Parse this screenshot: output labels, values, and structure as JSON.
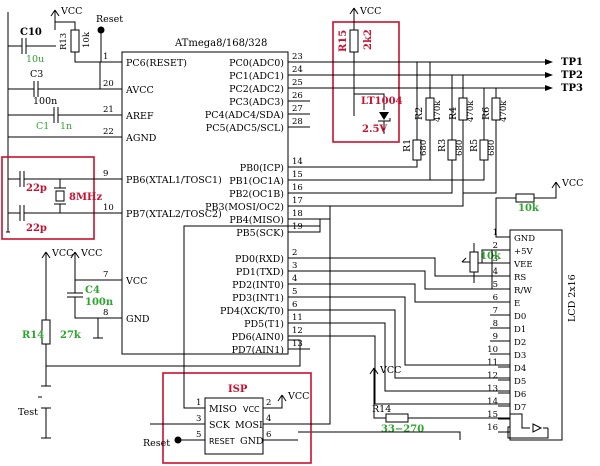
{
  "colors": {
    "highlight": "#c8102e",
    "value_green": "#2ea52e"
  },
  "power": {
    "vcc": "VCC"
  },
  "reset": {
    "top": "Reset",
    "bottom": "Reset"
  },
  "mcu": {
    "title": "ATmega8/168/328",
    "left_pins": [
      {
        "num": "1",
        "name": "PC6(RESET)"
      },
      {
        "num": "20",
        "name": "AVCC"
      },
      {
        "num": "21",
        "name": "AREF"
      },
      {
        "num": "22",
        "name": "AGND"
      },
      {
        "num": "9",
        "name": "PB6(XTAL1/TOSC1)"
      },
      {
        "num": "10",
        "name": "PB7(XTAL2/TOSC2)"
      },
      {
        "num": "7",
        "name": "VCC"
      },
      {
        "num": "8",
        "name": "GND"
      }
    ],
    "right_pins": [
      {
        "num": "23",
        "name": "PC0(ADC0)"
      },
      {
        "num": "24",
        "name": "PC1(ADC1)"
      },
      {
        "num": "25",
        "name": "PC2(ADC2)"
      },
      {
        "num": "26",
        "name": "PC3(ADC3)"
      },
      {
        "num": "27",
        "name": "PC4(ADC4/SDA)"
      },
      {
        "num": "28",
        "name": "PC5(ADC5/SCL)"
      },
      {
        "num": "14",
        "name": "PB0(ICP)"
      },
      {
        "num": "15",
        "name": "PB1(OC1A)"
      },
      {
        "num": "16",
        "name": "PB2(OC1B)"
      },
      {
        "num": "17",
        "name": "PB3(MOSI/OC2)"
      },
      {
        "num": "18",
        "name": "PB4(MISO)"
      },
      {
        "num": "19",
        "name": "PB5(SCK)"
      },
      {
        "num": "2",
        "name": "PD0(RXD)"
      },
      {
        "num": "3",
        "name": "PD1(TXD)"
      },
      {
        "num": "4",
        "name": "PD2(INT0)"
      },
      {
        "num": "5",
        "name": "PD3(INT1)"
      },
      {
        "num": "6",
        "name": "PD4(XCK/T0)"
      },
      {
        "num": "11",
        "name": "PD5(T1)"
      },
      {
        "num": "12",
        "name": "PD6(AIN0)"
      },
      {
        "num": "13",
        "name": "PD7(AIN1)"
      }
    ]
  },
  "parts": {
    "c10": {
      "ref": "C10",
      "value": "10u"
    },
    "r13": {
      "ref": "R13",
      "value": "10k"
    },
    "c3": {
      "ref": "C3",
      "value": "100n"
    },
    "c1": {
      "ref": "C1",
      "value": "1n"
    },
    "c22a": {
      "value": "22p"
    },
    "c22b": {
      "value": "22p"
    },
    "xtal": {
      "value": "8MHz"
    },
    "c4": {
      "ref": "C4",
      "value": "100n"
    },
    "r14a": {
      "ref": "R14",
      "value": "27k"
    },
    "test": {
      "label": "Test"
    },
    "r15": {
      "ref": "R15",
      "value": "2k2"
    },
    "lt": {
      "ref": "LT1004",
      "value": "2.5V"
    },
    "r1": {
      "ref": "R1",
      "value": "680"
    },
    "r2": {
      "ref": "R2",
      "value": "470k"
    },
    "r3": {
      "ref": "R3",
      "value": "680"
    },
    "r4": {
      "ref": "R4",
      "value": "470k"
    },
    "r5": {
      "ref": "R5",
      "value": "680"
    },
    "r6": {
      "ref": "R6",
      "value": "470k"
    },
    "r10k": {
      "value": "10k"
    },
    "pot": {
      "value": "10k"
    },
    "r14b": {
      "ref": "R14",
      "value": "33−270"
    }
  },
  "tp": [
    "TP1",
    "TP2",
    "TP3"
  ],
  "isp": {
    "title": "ISP",
    "left": [
      "MISO",
      "SCK",
      "RESET"
    ],
    "right": [
      "VCC",
      "MOSI",
      "GND"
    ],
    "pins": [
      "1",
      "2",
      "3",
      "4",
      "5",
      "6"
    ]
  },
  "lcd": {
    "title": "LCD 2x16",
    "pins": [
      {
        "num": "1",
        "name": "GND"
      },
      {
        "num": "2",
        "name": "+5V"
      },
      {
        "num": "3",
        "name": "VEE"
      },
      {
        "num": "4",
        "name": "RS"
      },
      {
        "num": "5",
        "name": "R/W"
      },
      {
        "num": "6",
        "name": "E"
      },
      {
        "num": "7",
        "name": "D0"
      },
      {
        "num": "8",
        "name": "D1"
      },
      {
        "num": "9",
        "name": "D2"
      },
      {
        "num": "10",
        "name": "D3"
      },
      {
        "num": "11",
        "name": "D4"
      },
      {
        "num": "12",
        "name": "D5"
      },
      {
        "num": "13",
        "name": "D6"
      },
      {
        "num": "14",
        "name": "D7"
      },
      {
        "num": "15",
        "name": ""
      },
      {
        "num": "16",
        "name": ""
      }
    ]
  }
}
